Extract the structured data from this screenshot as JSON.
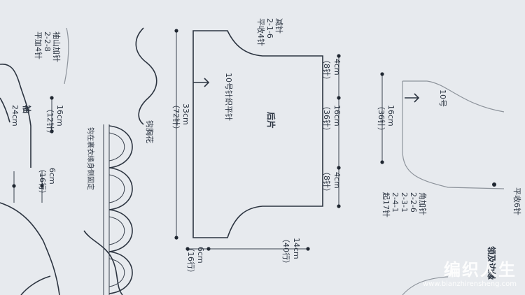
{
  "back_piece": {
    "title": "后片",
    "needle_note": "10号针织平针",
    "decrease_label": "减针",
    "decrease_rule": "2-1-6",
    "bind_off": "平收4针",
    "width_cm": "33cm",
    "width_stitches": "（72针）",
    "seg1_cm": "4cm",
    "seg1_st": "（8针）",
    "seg2_cm": "16cm",
    "seg2_st": "（36针）",
    "seg3_cm": "4cm",
    "seg3_st": "（8针）",
    "bottom_cm": "6cm",
    "bottom_rows": "（16行）",
    "side_cm": "14cm",
    "side_rows": "（40行）"
  },
  "front_piece": {
    "needle_partial": "10号",
    "width_cm": "16cm",
    "width_stitches": "（36针）",
    "corner_label": "角加针",
    "rules": [
      "2-2-6",
      "2-3-1",
      "2-4-1"
    ],
    "start_label": "起17针",
    "bind_off": "平收6针"
  },
  "sleeve": {
    "cap_label": "袖山加针",
    "cap_rule": "2-2-8",
    "flat_add": "平加4针",
    "width_cm": "16cm",
    "width_stitches": "（12针）",
    "title": "袖",
    "length_cm": "24cm",
    "bottom_cm": "6cm",
    "bottom_rows": "（16行）"
  },
  "edging": {
    "title": "钩胸花",
    "note": "钩在裹衣缘身侧固定"
  },
  "collar_edge": {
    "title": "领及边缘"
  },
  "watermark": {
    "brand": "编织人生",
    "url": "www.bianzhirensheng.com"
  }
}
